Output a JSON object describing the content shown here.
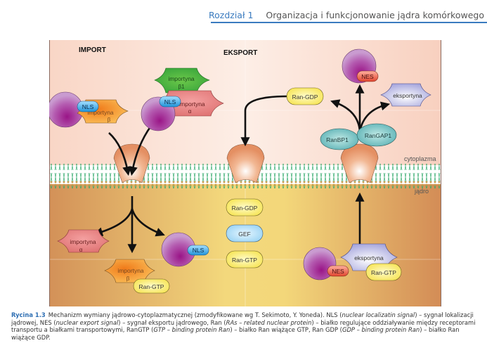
{
  "header": {
    "chapter": "Rozdział 1",
    "title": "Organizacja i funkcjonowanie jądra komórkowego",
    "accent_color": "#3a7bbf"
  },
  "figure": {
    "sections": {
      "import": "IMPORT",
      "export": "EKSPORT"
    },
    "regions": {
      "cytoplasm": "cytoplazma",
      "nucleus": "jądro"
    },
    "colors": {
      "cytoplasm_bg": "#fbe2d6",
      "nucleus_bg_light": "#f3d77a",
      "nucleus_bg_dark": "#d89860",
      "membrane": "#2fa86a",
      "cargo": "#a0208e",
      "nls": "#3aa7e0",
      "nes": "#e8604a",
      "importin_beta": "#f5a030",
      "importin_alpha": "#e07878",
      "importin_beta1": "#3cae3c",
      "exportin": "#a8a8e0",
      "ran_gdp_gtp": "#f7e55a",
      "gef": "#a8d8f5",
      "ranbp1_rangap1": "#5ab5b5",
      "pore": "#e8956a"
    },
    "import_cytoplasm": {
      "complex1": {
        "nls": "NLS",
        "importin_beta": "importyna",
        "importin_beta_sub": "β"
      },
      "complex2": {
        "nls": "NLS",
        "importin_beta1": "importyna",
        "importin_beta1_sub": "β1",
        "importin_alpha": "importyna",
        "importin_alpha_sub": "α"
      }
    },
    "import_nucleus": {
      "importin_alpha": "importyna",
      "importin_alpha_sub": "α",
      "importin_beta": "importyna",
      "importin_beta_sub": "β",
      "ran_gtp": "Ran-GTP",
      "nls": "NLS"
    },
    "ran_cycle": {
      "ran_gdp_top": "Ran-GDP",
      "ran_gdp": "Ran-GDP",
      "gef": "GEF",
      "ran_gtp": "Ran-GTP"
    },
    "export_cytoplasm": {
      "nes": "NES",
      "exportin": "eksportyna",
      "ranbp1": "RanBP1",
      "rangap1": "RanGAP1"
    },
    "export_nucleus": {
      "exportin": "eksportyna",
      "nes": "NES",
      "ran_gtp": "Ran-GTP"
    }
  },
  "caption": {
    "lead": "Rycina 1.3",
    "parts": [
      {
        "t": "Mechanizm wymiany jądrowo-cytoplazmatycznej (zmodyfikowane wg T. Sekimoto, Y. Yoneda). NLS (",
        "i": false
      },
      {
        "t": "nuclear localizatin signal",
        "i": true
      },
      {
        "t": ") – sygnał lokalizacji jądrowej, NES (",
        "i": false
      },
      {
        "t": "nuclear export signal",
        "i": true
      },
      {
        "t": ") – sygnał eksportu jądrowego, Ran (",
        "i": false
      },
      {
        "t": "RAs – related nuclear protein",
        "i": true
      },
      {
        "t": ") – białko regulujące oddziaływanie między receptorami transportu a białkami transportowymi, RanGTP (",
        "i": false
      },
      {
        "t": "GTP – binding protein Ran",
        "i": true
      },
      {
        "t": ") – białko Ran wiążące GTP, Ran GDP (",
        "i": false
      },
      {
        "t": "GDP – binding protein Ran",
        "i": true
      },
      {
        "t": ") – białko Ran wiążące GDP.",
        "i": false
      }
    ]
  }
}
